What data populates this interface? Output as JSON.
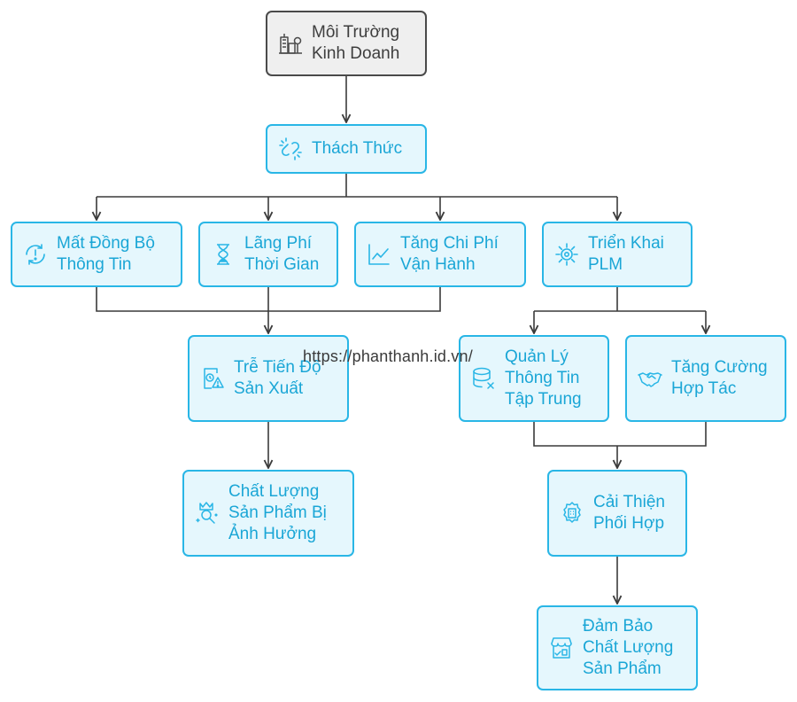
{
  "diagram": {
    "nodes": [
      {
        "id": "moi-truong",
        "label": "Môi Trường\nKinh Doanh",
        "icon": "city-buildings-icon"
      },
      {
        "id": "thach-thuc",
        "label": "Thách Thức",
        "icon": "broken-link-icon"
      },
      {
        "id": "mat-dong-bo",
        "label": "Mất Đồng Bộ\nThông Tin",
        "icon": "sync-alert-icon"
      },
      {
        "id": "lang-phi",
        "label": "Lãng Phí\nThời Gian",
        "icon": "hourglass-icon"
      },
      {
        "id": "tang-chi-phi",
        "label": "Tăng Chi Phí\nVận Hành",
        "icon": "line-chart-icon"
      },
      {
        "id": "trien-khai",
        "label": "Triển Khai\nPLM",
        "icon": "gear-icon"
      },
      {
        "id": "tre-tien-do",
        "label": "Trễ Tiến Độ\nSản Xuất",
        "icon": "document-clock-warning-icon"
      },
      {
        "id": "quan-ly",
        "label": "Quản Lý\nThông Tin\nTập Trung",
        "icon": "database-x-icon"
      },
      {
        "id": "tang-cuong",
        "label": "Tăng Cường\nHợp Tác",
        "icon": "handshake-icon"
      },
      {
        "id": "chat-luong-bi",
        "label": "Chất Lượng\nSản Phẩm Bị\nẢnh Hưởng",
        "icon": "crown-search-icon"
      },
      {
        "id": "cai-thien",
        "label": "Cải Thiện\nPhối Hợp",
        "icon": "cog-building-icon"
      },
      {
        "id": "dam-bao",
        "label": "Đảm Bảo\nChất Lượng\nSản Phẩm",
        "icon": "store-check-icon"
      }
    ],
    "edges": [
      [
        "moi-truong",
        "thach-thuc"
      ],
      [
        "thach-thuc",
        "mat-dong-bo"
      ],
      [
        "thach-thuc",
        "lang-phi"
      ],
      [
        "thach-thuc",
        "tang-chi-phi"
      ],
      [
        "thach-thuc",
        "trien-khai"
      ],
      [
        "mat-dong-bo",
        "tre-tien-do"
      ],
      [
        "lang-phi",
        "tre-tien-do"
      ],
      [
        "tang-chi-phi",
        "tre-tien-do"
      ],
      [
        "trien-khai",
        "quan-ly"
      ],
      [
        "trien-khai",
        "tang-cuong"
      ],
      [
        "tre-tien-do",
        "chat-luong-bi"
      ],
      [
        "quan-ly",
        "cai-thien"
      ],
      [
        "tang-cuong",
        "cai-thien"
      ],
      [
        "cai-thien",
        "dam-bao"
      ]
    ]
  },
  "watermark": "https://phanthanh.id.vn/",
  "colors": {
    "node_border": "#29b6e6",
    "node_fill": "#e5f7fd",
    "node_text": "#1aa6d6",
    "root_border": "#4a4a4a",
    "root_fill": "#efefef",
    "edge": "#3a3a3a"
  }
}
